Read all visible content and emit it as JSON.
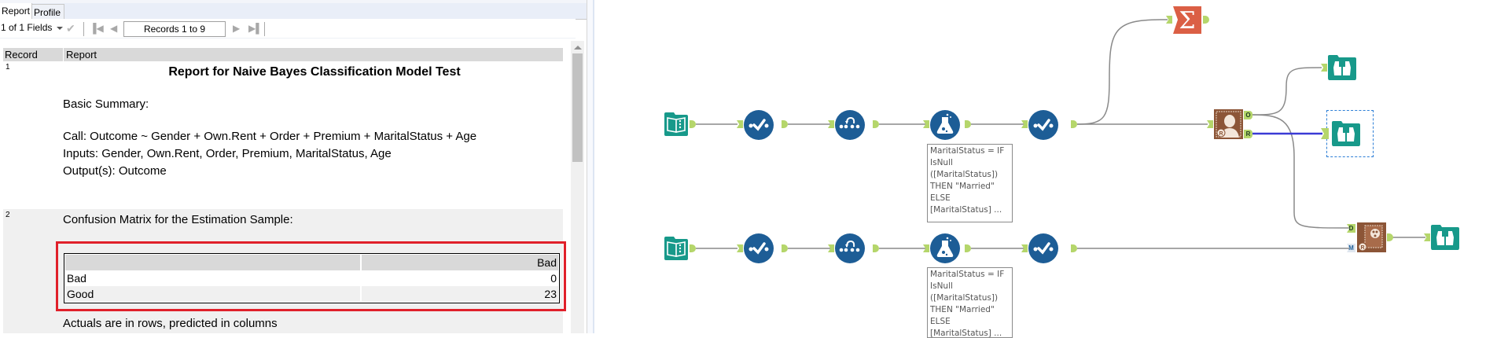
{
  "results_panel": {
    "tabs": [
      {
        "label": "Report",
        "active": true
      },
      {
        "label": "Profile",
        "active": false
      }
    ],
    "toolbar": {
      "fields_selector": "1 of 1 Fields",
      "records_range": "Records 1 to 9",
      "icons": [
        "dropdown-caret-icon",
        "check-icon",
        "first-record-icon",
        "prev-record-icon",
        "next-record-icon",
        "last-record-icon"
      ]
    },
    "grid": {
      "columns": [
        "Record",
        "Report"
      ],
      "rows": [
        {
          "record": "1",
          "title": "Report for Naive Bayes Classification Model Test",
          "section": "Basic Summary:",
          "call": "Call: Outcome ~ Gender + Own.Rent + Order + Premium + MaritalStatus + Age",
          "inputs": "Inputs: Gender, Own.Rent, Order, Premium, MaritalStatus, Age",
          "outputs": "Output(s): Outcome"
        },
        {
          "record": "2",
          "section": "Confusion Matrix for the Estimation Sample:",
          "confusion_matrix": {
            "header": [
              "",
              "Bad"
            ],
            "rows": [
              [
                "Bad",
                "0"
              ],
              [
                "Good",
                "23"
              ]
            ]
          },
          "note": "Actuals are in rows, predicted in columns"
        }
      ]
    },
    "highlight_color": "#e0202a"
  },
  "workflow": {
    "colors": {
      "input": "#17998a",
      "preparation": "#1d5d96",
      "summarize": "#db5f45",
      "predictive": "#8c5537",
      "browse": "#17998a",
      "anchor": "#b5d66b",
      "connection": "#8a8a8a",
      "report_connection": "#3b3bd6",
      "selection": "#2e7fd6"
    },
    "rows": [
      {
        "tools": [
          {
            "type": "input-data",
            "icon": "book-icon"
          },
          {
            "type": "select",
            "icon": "select-check-icon"
          },
          {
            "type": "multi-row-formula",
            "icon": "multi-row-icon"
          },
          {
            "type": "formula",
            "icon": "flask-icon"
          },
          {
            "type": "select",
            "icon": "select-check-icon"
          }
        ],
        "formula_annotation": "MaritalStatus = IF IsNull ([MaritalStatus]) THEN \"Married\" ELSE [MaritalStatus] ..."
      },
      {
        "tools": [
          {
            "type": "input-data",
            "icon": "book-icon"
          },
          {
            "type": "select",
            "icon": "select-check-icon"
          },
          {
            "type": "multi-row-formula",
            "icon": "multi-row-icon"
          },
          {
            "type": "formula",
            "icon": "flask-icon"
          },
          {
            "type": "select",
            "icon": "select-check-icon"
          }
        ],
        "formula_annotation": "MaritalStatus = IF IsNull ([MaritalStatus]) THEN \"Married\" ELSE [MaritalStatus] ..."
      }
    ],
    "formula_annotation_lines": [
      "MaritalStatus = IF",
      "IsNull",
      "([MaritalStatus])",
      "THEN \"Married\"",
      "ELSE",
      "[MaritalStatus] ..."
    ],
    "other_tools": [
      {
        "type": "summarize",
        "icon": "sigma-icon",
        "glyph": "Σ"
      },
      {
        "type": "naive-bayes",
        "icon": "bayes-portrait-icon",
        "anchors": [
          "O",
          "R"
        ]
      },
      {
        "type": "browse",
        "icon": "binoculars-icon"
      },
      {
        "type": "browse",
        "icon": "binoculars-icon",
        "selected": true
      },
      {
        "type": "score",
        "icon": "score-icon",
        "anchors": [
          "D",
          "M"
        ]
      },
      {
        "type": "browse",
        "icon": "binoculars-icon"
      }
    ]
  }
}
